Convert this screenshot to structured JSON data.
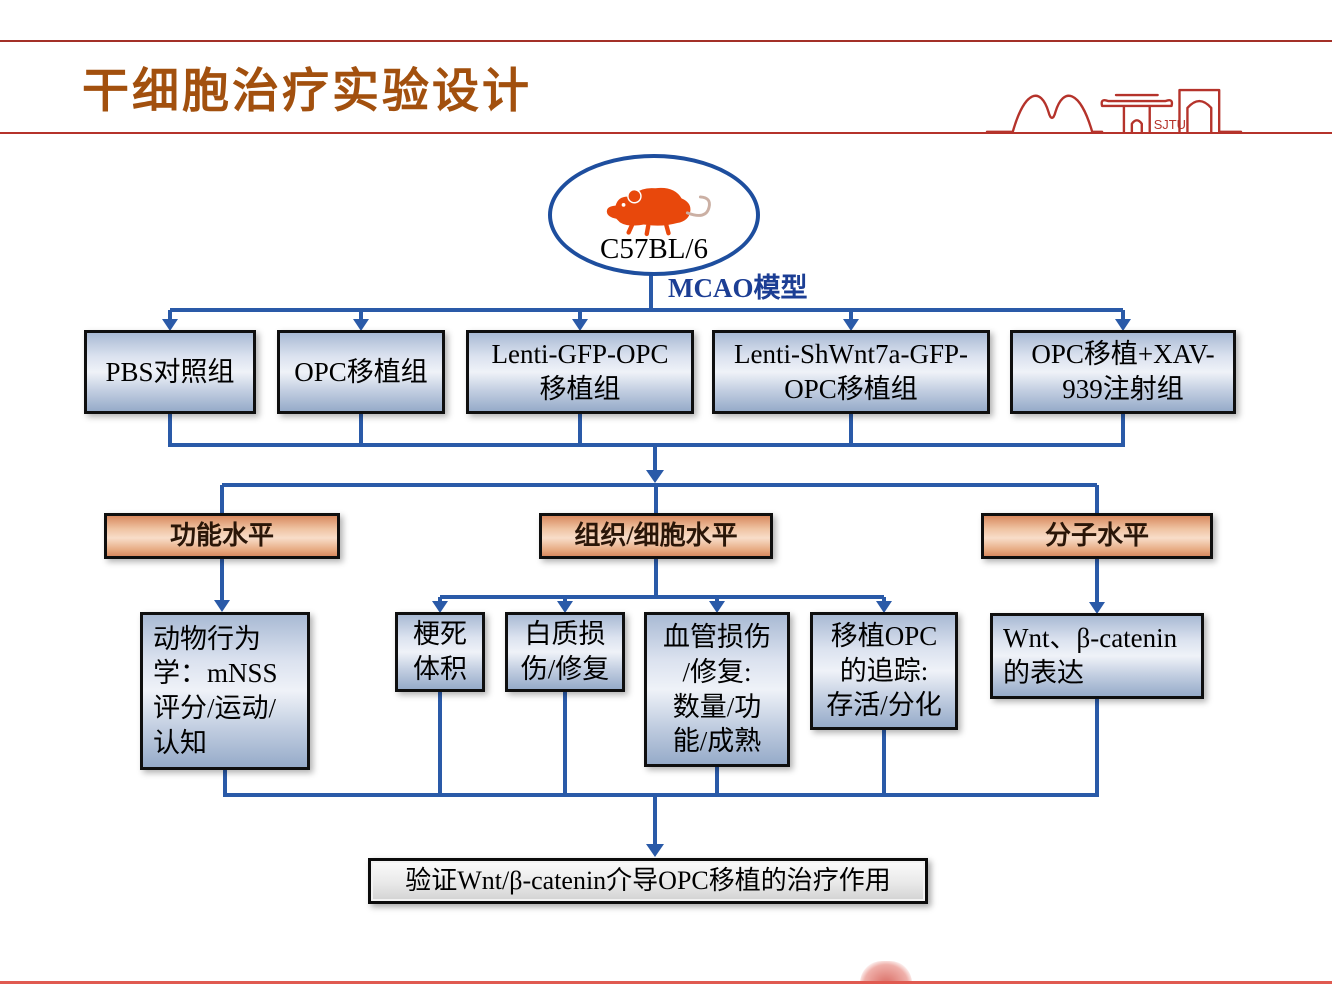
{
  "slide": {
    "title": "干细胞治疗实验设计",
    "logo_text": "SJTU"
  },
  "flowchart": {
    "subject_label": "C57BL/6",
    "model_label": "MCAO模型",
    "groups": [
      {
        "label": "PBS对照组"
      },
      {
        "label": "OPC移植组"
      },
      {
        "label": "Lenti-GFP-OPC\n移植组"
      },
      {
        "label": "Lenti-ShWnt7a-GFP-\nOPC移植组"
      },
      {
        "label": "OPC移植+XAV-\n939注射组"
      }
    ],
    "levels": [
      {
        "label": "功能水平"
      },
      {
        "label": "组织/细胞水平"
      },
      {
        "label": "分子水平"
      }
    ],
    "assessments": [
      {
        "label": "动物行为\n学：mNSS\n评分/运动/\n认知"
      },
      {
        "label": "梗死\n体积"
      },
      {
        "label": "白质损\n伤/修复"
      },
      {
        "label": "血管损伤\n/修复:\n数量/功\n能/成熟"
      },
      {
        "label": "移植OPC\n的追踪:\n存活/分化"
      },
      {
        "label": "Wnt、β-catenin\n的表达"
      }
    ],
    "conclusion": "验证Wnt/β-catenin介导OPC移植的治疗作用"
  },
  "colors": {
    "title": "#a2500e",
    "accent_red": "#b5332b",
    "connector_blue": "#2a5aa8",
    "node_border_blue": "#1e4e9e",
    "mouse_orange": "#e8480c"
  }
}
